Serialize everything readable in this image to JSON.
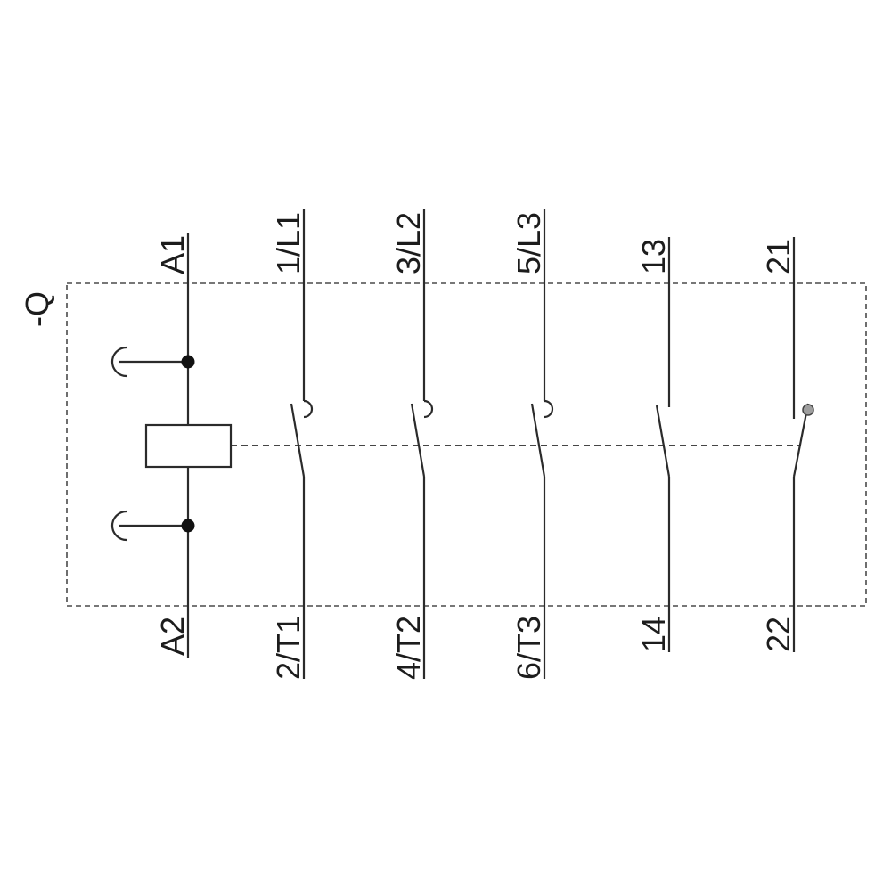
{
  "diagram": {
    "device_label": "-Q",
    "top_terminals": [
      "A1",
      "1/L1",
      "3/L2",
      "5/L3",
      "13",
      "21"
    ],
    "bottom_terminals": [
      "A2",
      "2/T1",
      "4/T2",
      "6/T3",
      "14",
      "22"
    ],
    "components": {
      "coil": "contactor-coil",
      "main_contacts": [
        "1/L1-2/T1",
        "3/L2-4/T2",
        "5/L3-6/T3"
      ],
      "aux_no_contact": "13-14",
      "aux_nc_contact": "21-22"
    },
    "colors": {
      "line": "#2b2b2b",
      "outline": "#4a4a4a",
      "text": "#1c1c1c",
      "junction_dot": "#111111",
      "nc_contact_dot": "#9e9e9e",
      "background": "#ffffff"
    }
  }
}
